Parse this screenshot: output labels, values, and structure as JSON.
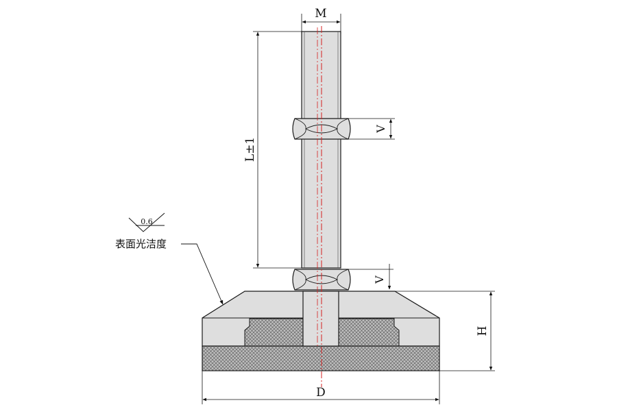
{
  "drawing": {
    "type": "leveling foot technical drawing",
    "labels": {
      "thread": "M",
      "length": "L±1",
      "nut_height_top": "V",
      "nut_height_bottom": "V",
      "base_height": "H",
      "base_diameter": "D"
    },
    "surface_finish": {
      "roughness_value": "0.6",
      "caption": "表面光洁度"
    },
    "colors": {
      "part_fill": "#dedede",
      "outline": "#1a1a1a",
      "centerline": "#d42020",
      "knurl_fill": "#bdbdbd"
    }
  }
}
